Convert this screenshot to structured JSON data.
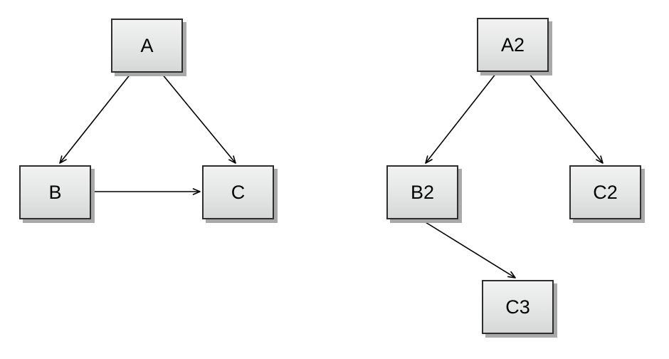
{
  "diagrams": [
    {
      "name": "left-graph",
      "nodes": [
        {
          "id": "A",
          "label": "A"
        },
        {
          "id": "B",
          "label": "B"
        },
        {
          "id": "C",
          "label": "C"
        }
      ],
      "edges": [
        {
          "from": "A",
          "to": "B"
        },
        {
          "from": "A",
          "to": "C"
        },
        {
          "from": "B",
          "to": "C"
        }
      ]
    },
    {
      "name": "right-graph",
      "nodes": [
        {
          "id": "A2",
          "label": "A2"
        },
        {
          "id": "B2",
          "label": "B2"
        },
        {
          "id": "C2",
          "label": "C2"
        },
        {
          "id": "C3",
          "label": "C3"
        }
      ],
      "edges": [
        {
          "from": "A2",
          "to": "B2"
        },
        {
          "from": "A2",
          "to": "C2"
        },
        {
          "from": "B2",
          "to": "C3"
        }
      ]
    }
  ],
  "colors": {
    "background": "#ffffff",
    "node_fill_top": "#f2f2f2",
    "node_fill_bottom": "#d6d8d8",
    "node_border": "#2e2e2e",
    "node_shadow": "#a9a9a9",
    "edge_stroke": "#000000"
  }
}
